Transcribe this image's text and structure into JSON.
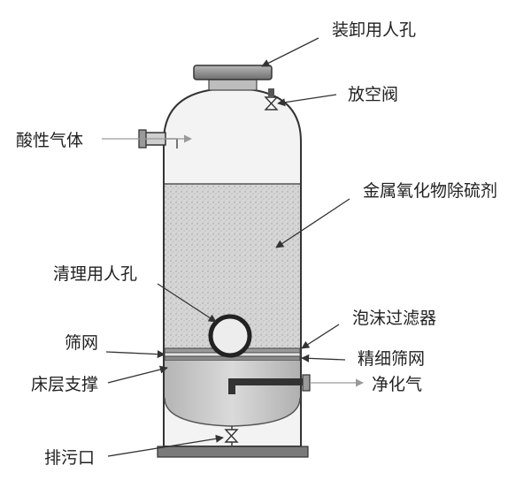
{
  "labels": {
    "loading_manhole": "装卸用人孔",
    "vent_valve": "放空阀",
    "acid_gas": "酸性气体",
    "sorbent": "金属氧化物除硫剂",
    "cleaning_manhole": "清理用人孔",
    "foam_filter": "泡沫过滤器",
    "screen": "筛网",
    "fine_screen": "精细筛网",
    "bed_support": "床层支撑",
    "clean_gas": "净化气",
    "drain": "排污口"
  },
  "colors": {
    "shell_fill": "#f2f2f2",
    "packing_fill": "#d4d4d4",
    "lower_fill": "#c8c8c8",
    "outline": "#333333",
    "flange": "#8a8a8a"
  }
}
